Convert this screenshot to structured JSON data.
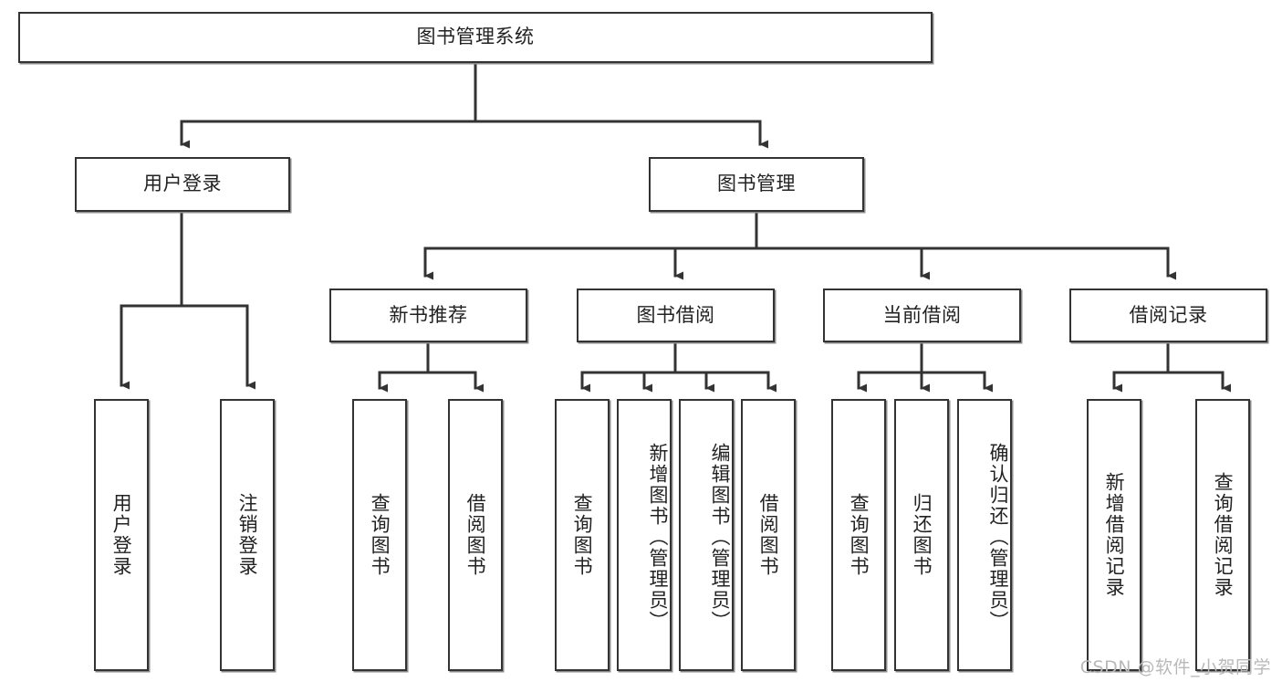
{
  "diagram": {
    "type": "tree",
    "title": "图书管理系统",
    "root": {
      "label": "图书管理系统"
    },
    "level2": [
      {
        "label": "用户登录"
      },
      {
        "label": "图书管理"
      }
    ],
    "level3": [
      {
        "label": "新书推荐"
      },
      {
        "label": "图书借阅"
      },
      {
        "label": "当前借阅"
      },
      {
        "label": "借阅记录"
      }
    ],
    "leaves": {
      "user_login": [
        {
          "label": "用户登录"
        },
        {
          "label": "注销登录"
        }
      ],
      "new_book_recommend": [
        {
          "label": "查询图书"
        },
        {
          "label": "借阅图书"
        }
      ],
      "book_borrow": [
        {
          "label": "查询图书"
        },
        {
          "label": "新增图书（管理员）"
        },
        {
          "label": "编辑图书（管理员）"
        },
        {
          "label": "借阅图书"
        }
      ],
      "current_borrow": [
        {
          "label": "查询图书"
        },
        {
          "label": "归还图书"
        },
        {
          "label": "确认归还（管理员）"
        }
      ],
      "borrow_record": [
        {
          "label": "新增借阅记录"
        },
        {
          "label": "查询借阅记录"
        }
      ]
    }
  },
  "watermark": {
    "text": "CSDN @软件_小贺同学"
  },
  "colors": {
    "box_border": "#333333",
    "box_fill": "#ffffff",
    "line": "#333333",
    "text": "#222222",
    "watermark": "#b9b9b9"
  }
}
